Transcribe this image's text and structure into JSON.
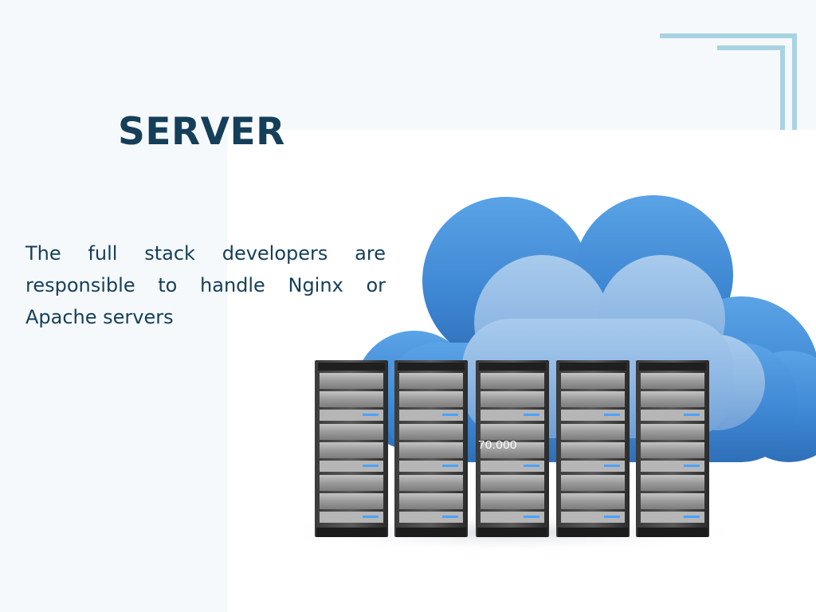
{
  "slide": {
    "title": "SERVER",
    "body": "The full stack developers are responsible to handle Nginx or Apache servers",
    "overlay_number": "70.000"
  },
  "illustration": {
    "icons": [
      "cloud-icon",
      "server-rack-icon"
    ],
    "rack_count": 5
  },
  "colors": {
    "title": "#153f58",
    "body_text": "#153f58",
    "background": "#f6f9fc",
    "panel": "#ffffff",
    "corner_accent": "#a9d3e2",
    "cloud": "#4a90d9"
  }
}
